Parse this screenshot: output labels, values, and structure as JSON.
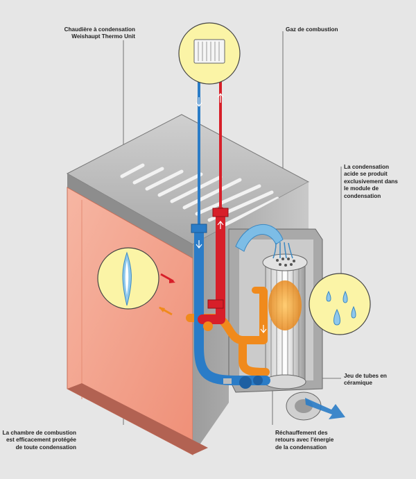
{
  "labels": {
    "boiler": [
      "Chaudière à condensation",
      "Weishaupt Thermo Unit"
    ],
    "flue_gas": [
      "Gaz de combustion"
    ],
    "acid_condensation": [
      "La condensation",
      "acide se produit",
      "exclusivement dans",
      "le module de",
      "condensation"
    ],
    "tube_bundle": [
      "Jeu de tubes en",
      "céramique"
    ],
    "combustion_chamber": [
      "La chambre de combustion",
      "est efficacement protégée",
      "de toute condensation"
    ],
    "return_heating": [
      "Réchauffement des",
      "retours avec l'énergie",
      "de la condensation"
    ]
  },
  "colors": {
    "background": "#e6e6e6",
    "boiler_body": "#f3a995",
    "cold_water": "#2a7cc7",
    "hot_water": "#d71f29",
    "return_flow": "#f08a1c",
    "flue_gas": "#7dbde6",
    "callout": "#fbf4a6"
  },
  "icons": [
    "radiator-icon",
    "flame-icon",
    "water-droplets-icon"
  ]
}
